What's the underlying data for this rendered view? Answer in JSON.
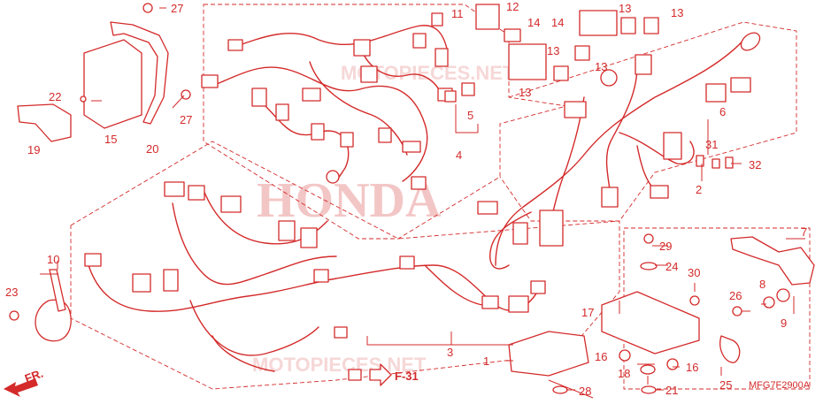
{
  "diagram": {
    "watermark": "HONDA",
    "watermark_secondary": "MOTOPIECES.NET",
    "ref_code": "MFG7F2900A",
    "direction_label": "FR.",
    "cross_ref": "F-31",
    "colors": {
      "line": "#d42a2a",
      "watermark": "#f3c6c6",
      "background": "#ffffff"
    },
    "callouts": [
      "1",
      "2",
      "3",
      "4",
      "5",
      "6",
      "7",
      "8",
      "9",
      "10",
      "11",
      "12",
      "13",
      "13",
      "13",
      "13",
      "13",
      "14",
      "14",
      "15",
      "16",
      "16",
      "17",
      "18",
      "19",
      "20",
      "21",
      "22",
      "23",
      "24",
      "25",
      "26",
      "27",
      "27",
      "28",
      "29",
      "30",
      "31",
      "32"
    ]
  }
}
